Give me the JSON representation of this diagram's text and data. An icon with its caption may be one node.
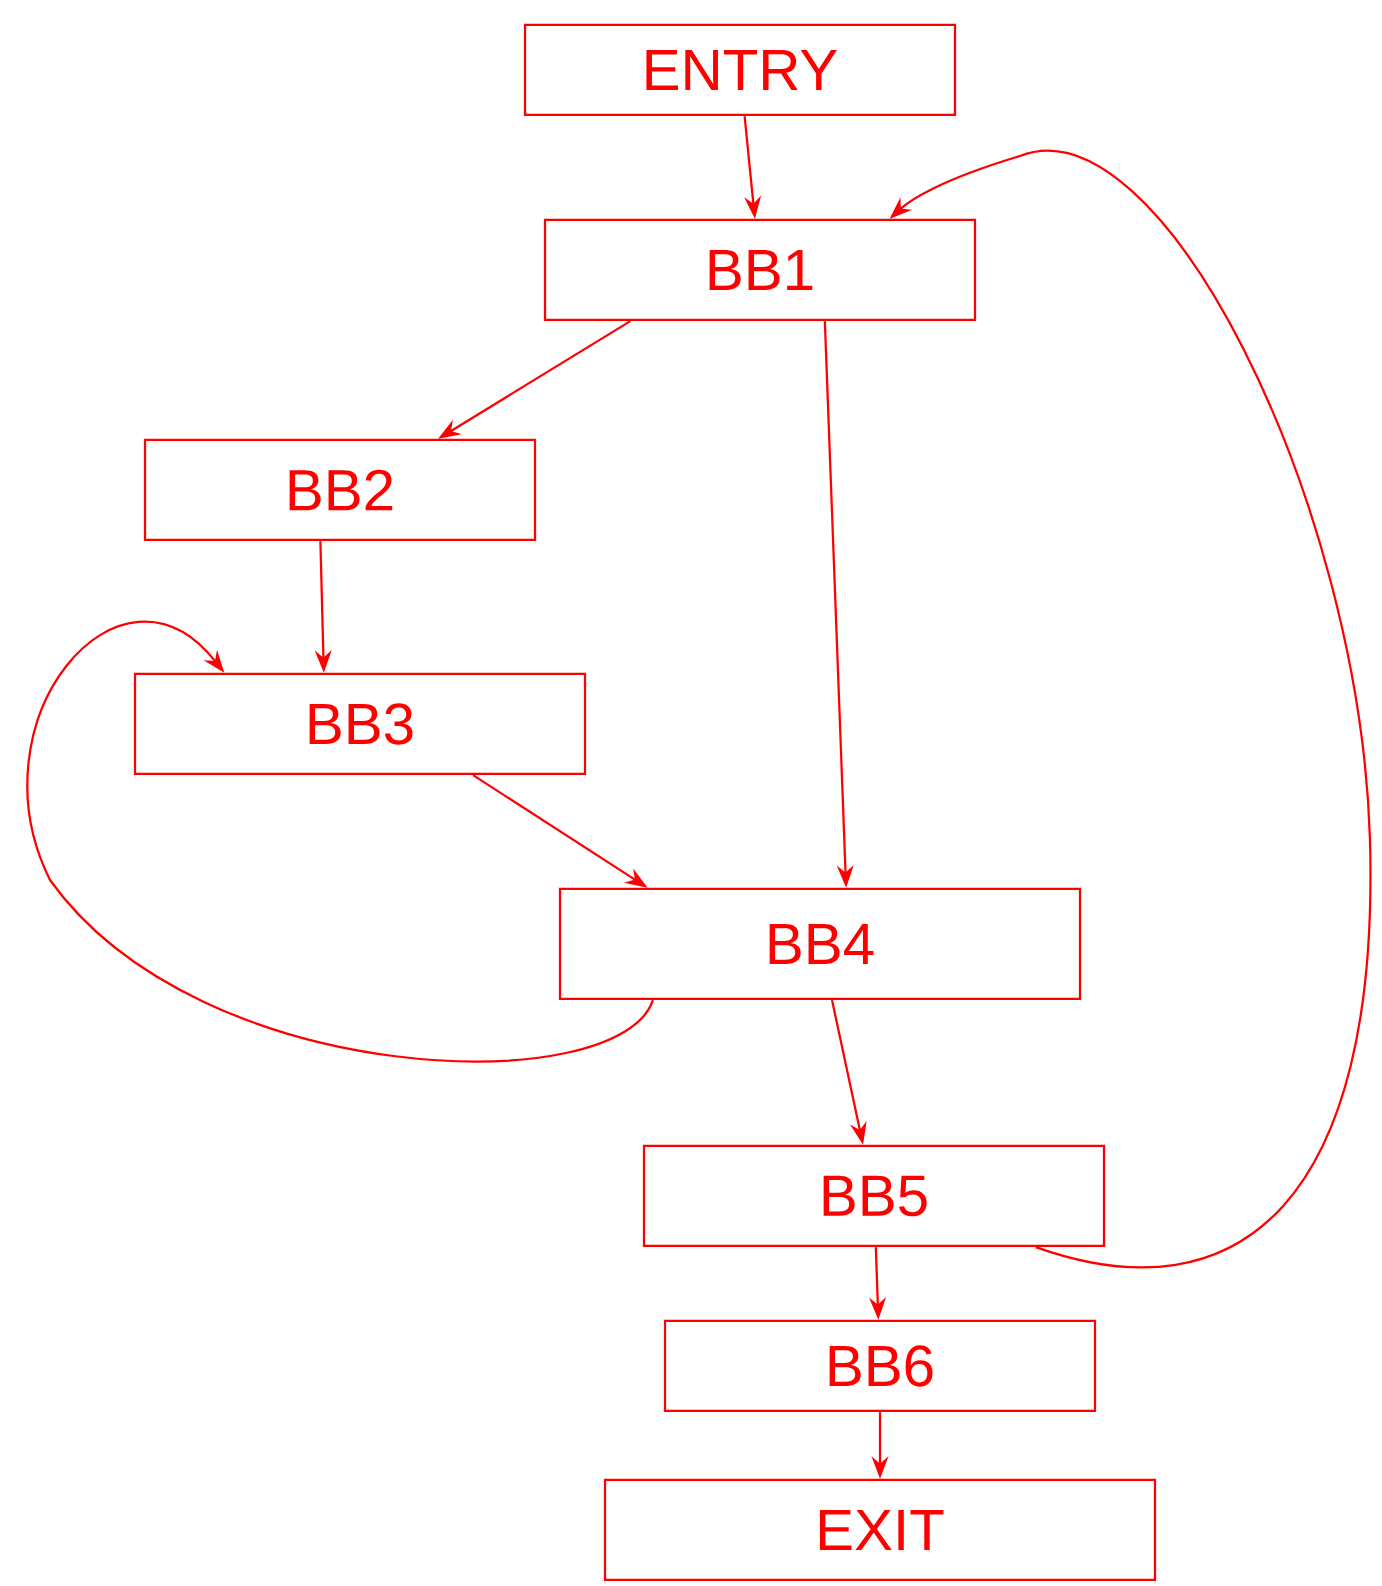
{
  "diagram": {
    "nodes": [
      {
        "text": [
          "ENTRY"
        ]
      },
      {
        "text": [
          "BB1"
        ]
      },
      {
        "text": [
          "BB2"
        ]
      },
      {
        "text": [
          "BB3"
        ]
      },
      {
        "text": [
          "BB4"
        ]
      },
      {
        "text": [
          "BB5"
        ]
      },
      {
        "text": [
          "BB6"
        ]
      },
      {
        "text": [
          "EXIT"
        ]
      }
    ],
    "edges": [
      {
        "from": 0,
        "to": 1,
        "arrow": "to"
      },
      {
        "from": 1,
        "to": 2,
        "arrow": "to"
      },
      {
        "from": 1,
        "to": 4,
        "arrow": "to"
      },
      {
        "from": 2,
        "to": 3,
        "arrow": "to"
      },
      {
        "from": 3,
        "to": 4,
        "arrow": "to"
      },
      {
        "from": 4,
        "to": 3,
        "arrow": "to"
      },
      {
        "from": 4,
        "to": 5,
        "arrow": "to"
      },
      {
        "from": 5,
        "to": 1,
        "arrow": "to"
      },
      {
        "from": 5,
        "to": 6,
        "arrow": "to"
      },
      {
        "from": 6,
        "to": 7,
        "arrow": "to"
      }
    ]
  }
}
